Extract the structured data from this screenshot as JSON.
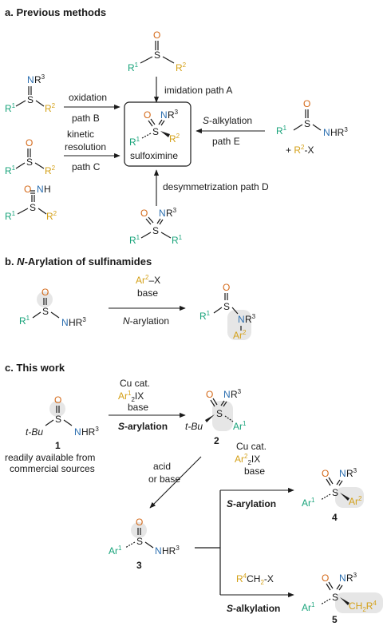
{
  "colors": {
    "r1": "#18a37a",
    "r2": "#d4a017",
    "oxygen": "#d46a1a",
    "nitrogen": "#2c6fb0",
    "text": "#1a1a1a",
    "highlight": "#e6e6e6"
  },
  "panel_a": {
    "title": "a. Previous methods",
    "center_label": "sulfoximine",
    "path_a": "imidation  path A",
    "path_b_1": "oxidation",
    "path_b_2": "path B",
    "path_c_1": "kinetic",
    "path_c_2": "resolution",
    "path_c_3": "path C",
    "path_d": "desymmetrization  path D",
    "path_e_1": "-alkylation",
    "path_e_prefix": "S",
    "path_e_2": "path E",
    "plus_reagent": "+ R²-X"
  },
  "panel_b": {
    "title_prefix": "b. ",
    "title_n": "N",
    "title_rest": "-Arylation of sulfinamides",
    "reagent": "Ar²–X",
    "base": "base",
    "arrow_label_n": "N",
    "arrow_label_rest": "-arylation"
  },
  "panel_c": {
    "title": "c. This work",
    "cat": "Cu cat.",
    "reagent1": "Ar¹₂IX",
    "base": "base",
    "step1_label_s": "S",
    "step1_label_rest": "-arylation",
    "compound1": "1",
    "compound2": "2",
    "compound3": "3",
    "compound4": "4",
    "compound5": "5",
    "note_line1": "readily available from",
    "note_line2": "commercial sources",
    "acid": "acid",
    "or_base": "or base",
    "cat2": "Cu cat.",
    "reagent2": "Ar²₂IX",
    "base2": "base",
    "step2_label_s": "S",
    "step2_label_rest": "-arylation",
    "reagent3": "R⁴CH₂-X",
    "step3_label_s": "S",
    "step3_label_rest": "-alkylation",
    "tbu": "t-Bu"
  }
}
